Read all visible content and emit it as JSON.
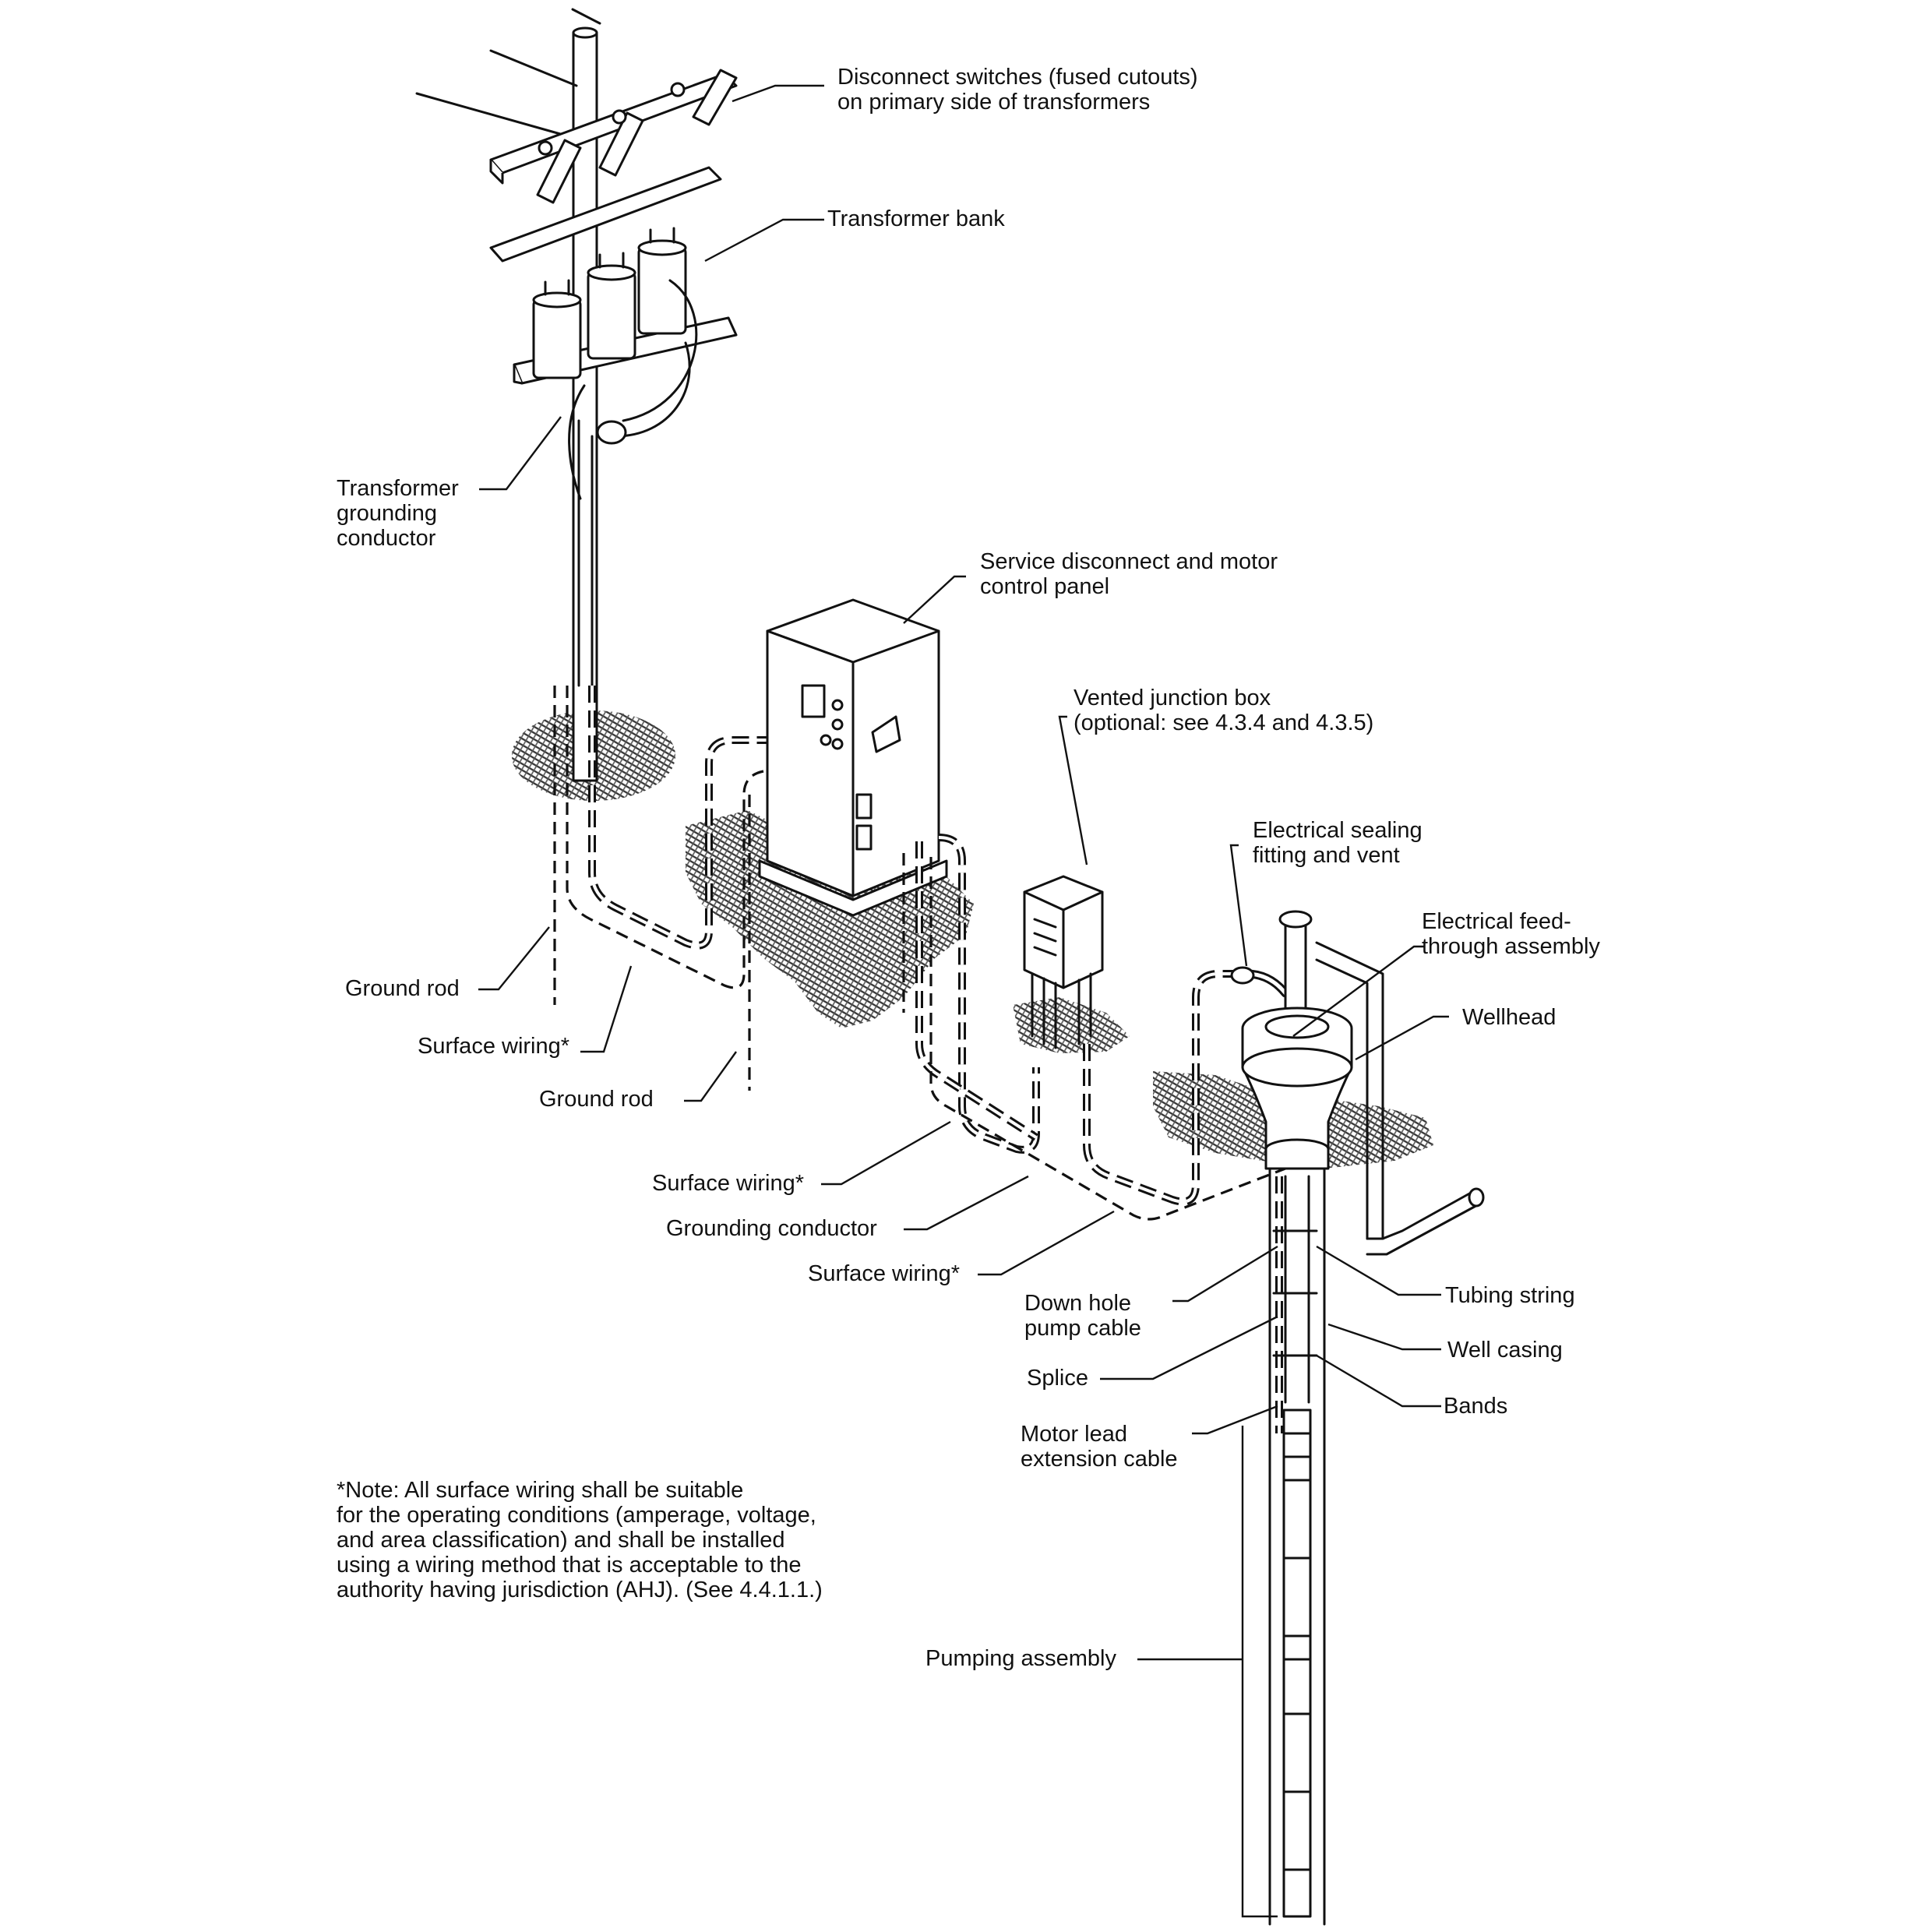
{
  "labels": {
    "disconnect_switches": [
      "Disconnect switches (fused cutouts)",
      "on primary side of transformers"
    ],
    "transformer_bank": "Transformer bank",
    "transformer_grounding": [
      "Transformer",
      "grounding",
      "conductor"
    ],
    "service_disconnect": [
      "Service disconnect and motor",
      "control panel"
    ],
    "vented_junction_box": [
      "Vented junction box",
      "(optional: see 4.3.4 and 4.3.5)"
    ],
    "electrical_sealing": [
      "Electrical sealing",
      "fitting and vent"
    ],
    "electrical_feedthrough": [
      "Electrical feed-",
      "through assembly"
    ],
    "wellhead": "Wellhead",
    "ground_rod_1": "Ground rod",
    "surface_wiring_1": "Surface wiring*",
    "ground_rod_2": "Ground rod",
    "surface_wiring_2": "Surface wiring*",
    "grounding_conductor": "Grounding conductor",
    "surface_wiring_3": "Surface wiring*",
    "down_hole_cable": [
      "Down hole",
      "pump cable"
    ],
    "tubing_string": "Tubing string",
    "well_casing": "Well casing",
    "splice": "Splice",
    "bands": "Bands",
    "motor_lead": [
      "Motor lead",
      "extension cable"
    ],
    "pumping_assembly": "Pumping assembly"
  },
  "note": [
    "*Note: All surface wiring shall be suitable",
    "for the operating conditions (amperage, voltage,",
    "and area classification) and shall be installed",
    "using a wiring method that is acceptable to the",
    "authority having jurisdiction (AHJ). (See 4.4.1.1.)"
  ]
}
